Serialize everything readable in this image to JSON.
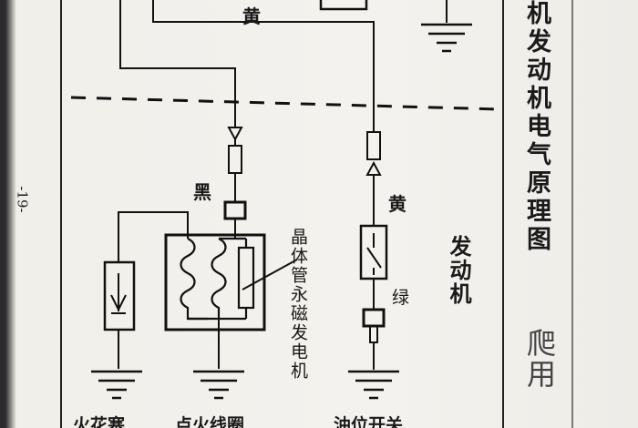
{
  "page_number": "-19-",
  "wire_labels": {
    "top_yellow": "黄",
    "black": "黑",
    "yellow": "黄",
    "green": "绿"
  },
  "component_labels": {
    "magneto": "晶体管永磁发电机",
    "engine": "发动机",
    "spark_plug": "火花塞",
    "ignition_coil": "点火线圈",
    "oil_switch": "油位开关"
  },
  "side_title": "机发动机电气原理图",
  "side_title_handwritten": "爬用"
}
